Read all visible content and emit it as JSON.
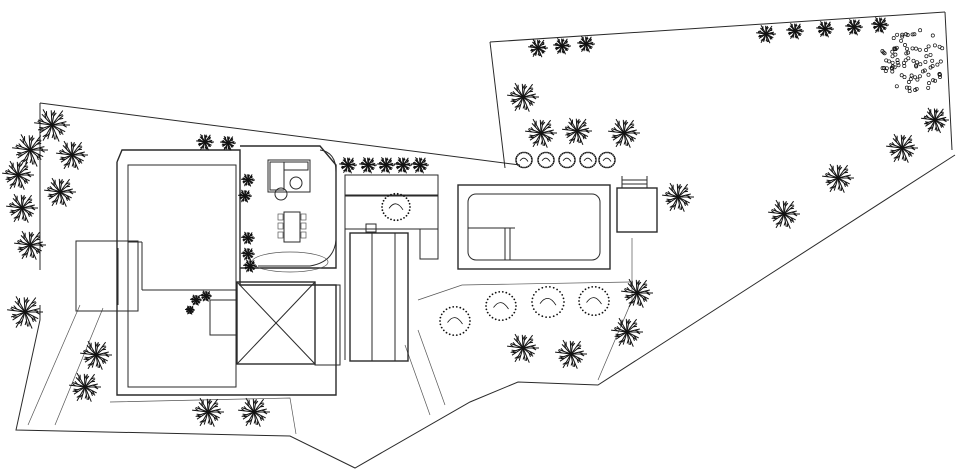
{
  "drawing": {
    "type": "site-plan",
    "line_color": "#2a2a2a",
    "background": "#ffffff",
    "elements": [
      "site-boundary",
      "house",
      "terrace-courtyard",
      "outdoor-lounge",
      "dining-table",
      "carport",
      "garage",
      "pool",
      "pool-pavilion",
      "garden-path"
    ],
    "vegetation": {
      "palm_symbol": "spiky-star-icon",
      "shrub_symbol": "dotted-circle-icon",
      "tree_cluster_symbol": "dotted-cluster-icon"
    }
  }
}
